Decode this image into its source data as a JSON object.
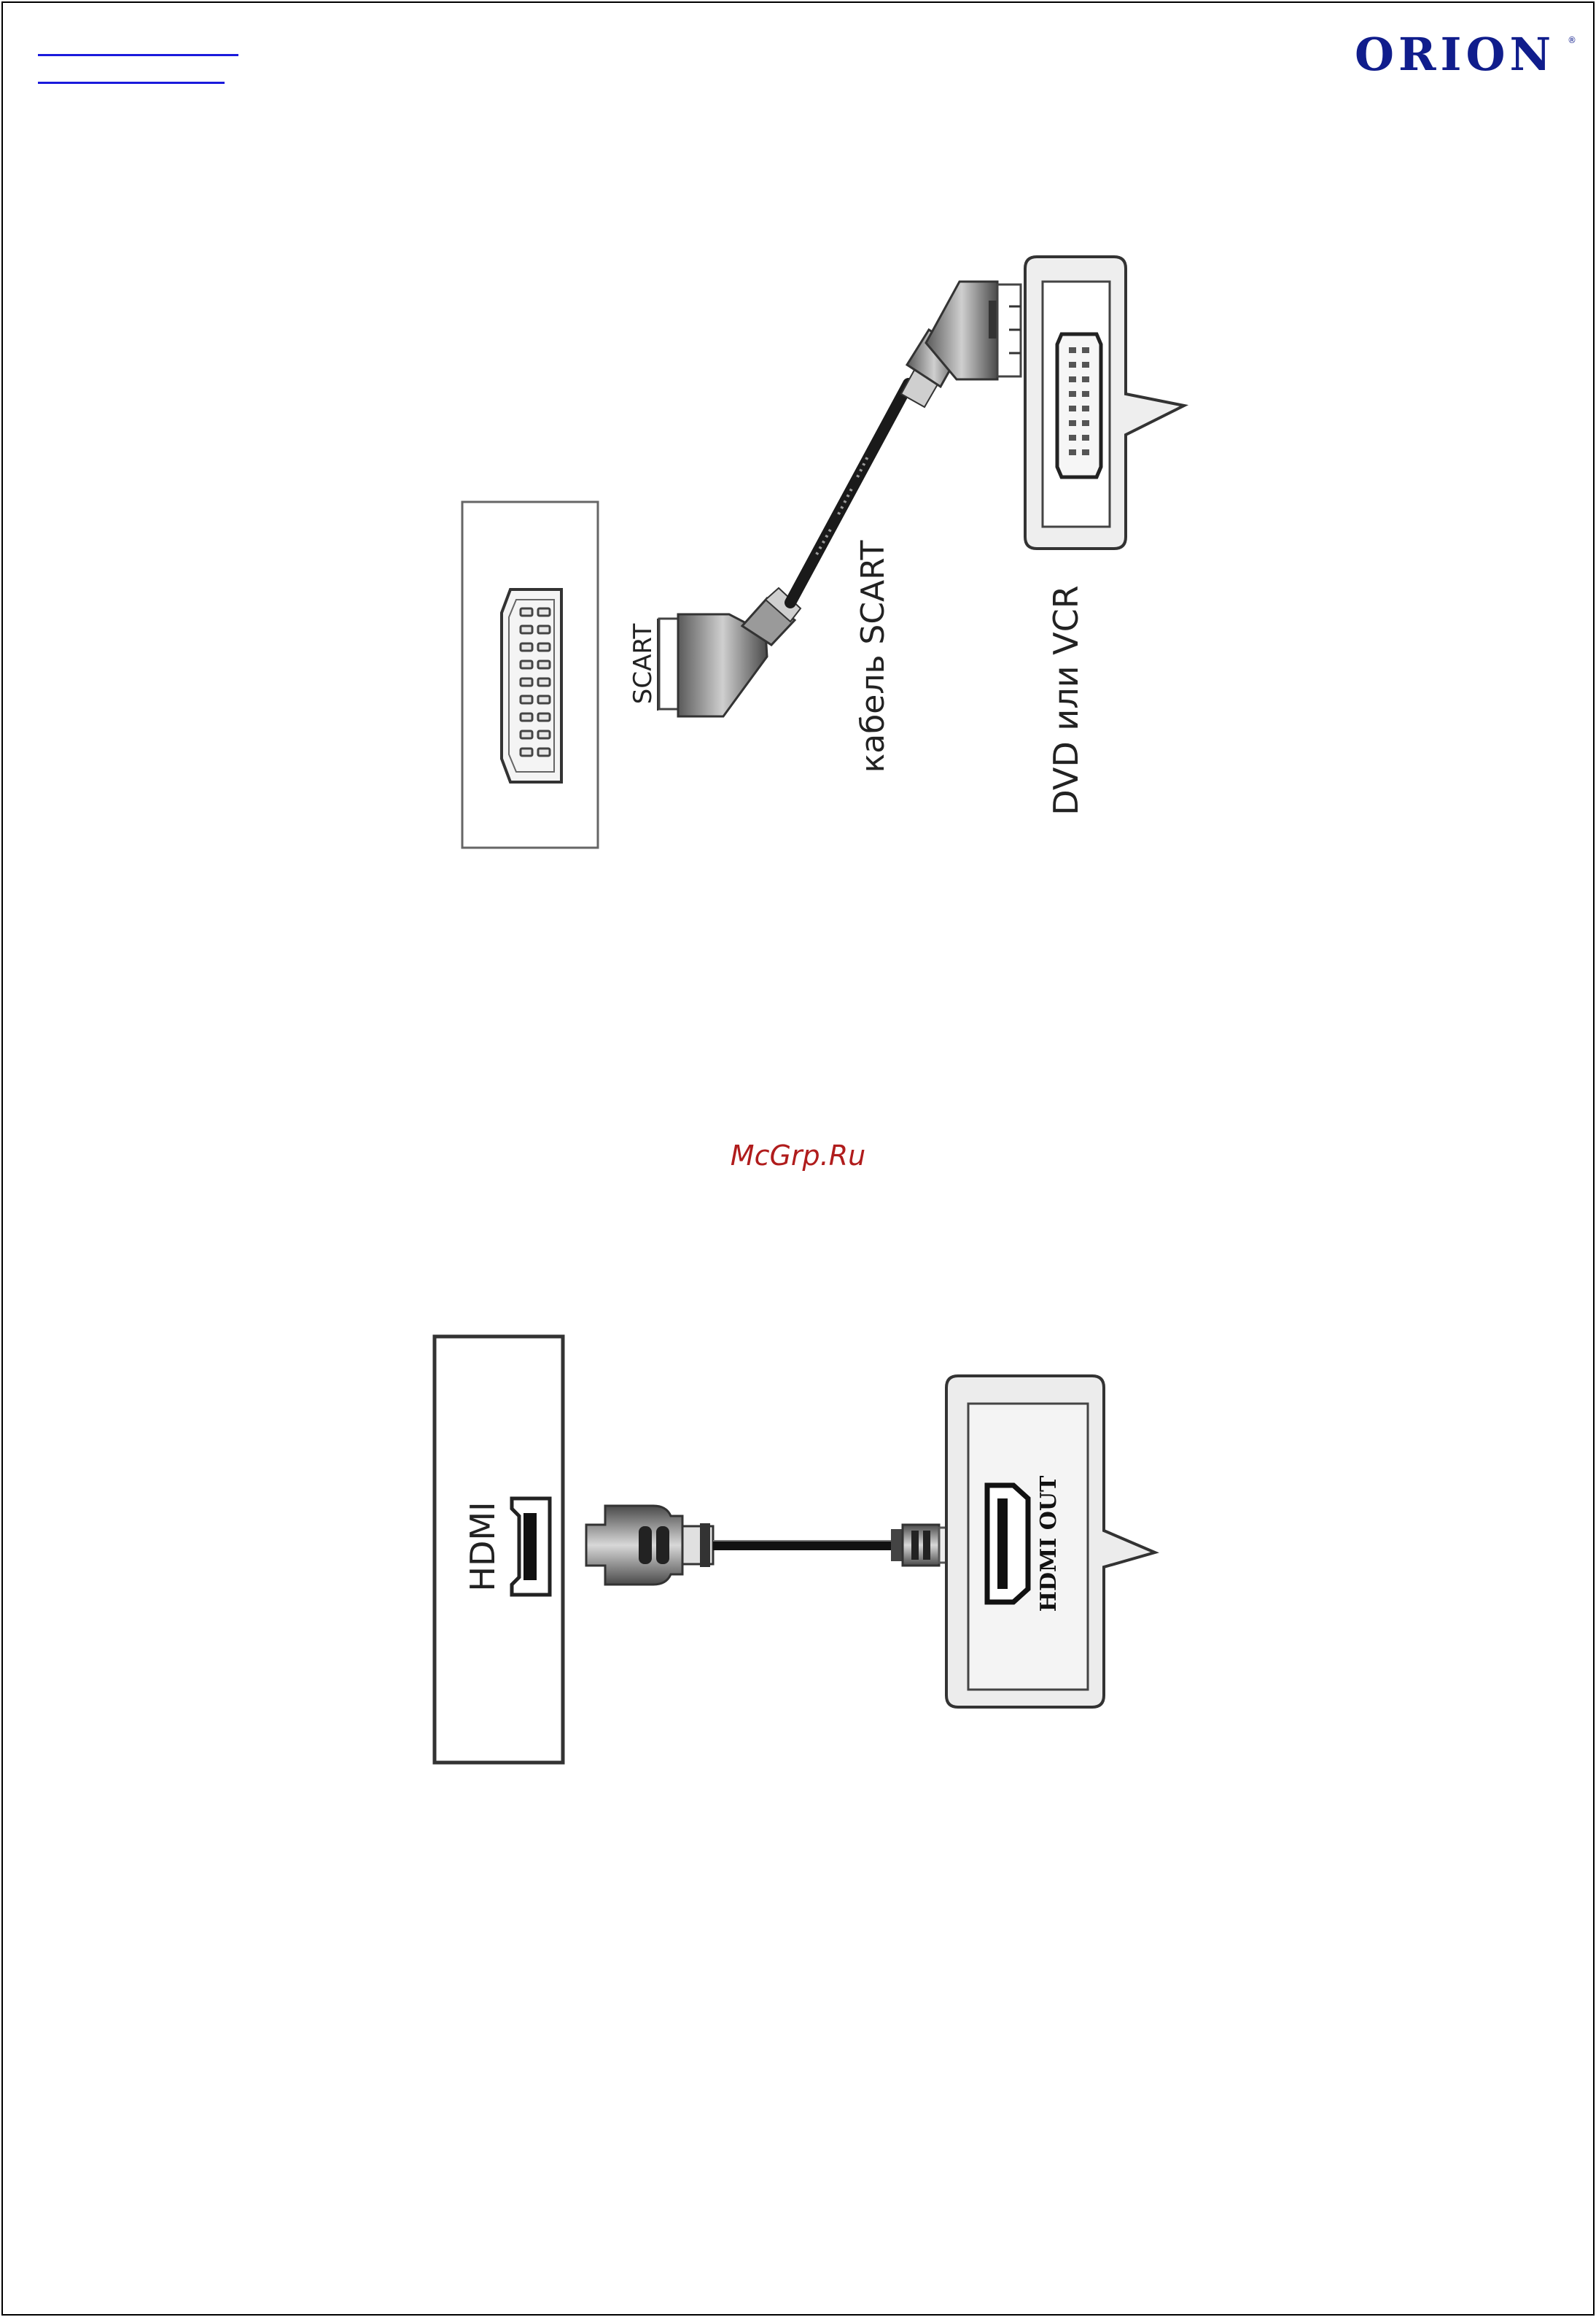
{
  "header": {
    "brand": "ORION",
    "brand_mark": "®"
  },
  "watermark": "McGrp.Ru",
  "scart_diagram": {
    "plug_label": "SCART",
    "cable_label": "кабель SCART",
    "device_label": "DVD или VCR"
  },
  "hdmi_diagram": {
    "tv_port_label": "HDMI",
    "device_port_label": "HDMI OUT"
  }
}
